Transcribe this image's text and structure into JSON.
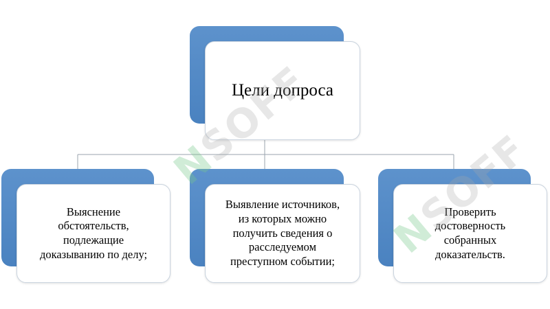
{
  "diagram": {
    "root": {
      "label": "Цели допроса"
    },
    "children": [
      {
        "label": "Выяснение\nобстоятельств,\nподлежащие\nдоказыванию по делу;"
      },
      {
        "label": "Выявление источников,\nиз которых можно\nполучить сведения о\nрасследуемом\nпреступном событии;"
      },
      {
        "label": "Проверить\nдостоверность\nсобранных\nдоказательств."
      }
    ]
  },
  "colors": {
    "box_back": "#4a82c0",
    "box_front": "#ffffff",
    "connector": "#9aa3ad"
  },
  "watermark": {
    "text": "SOFF"
  }
}
